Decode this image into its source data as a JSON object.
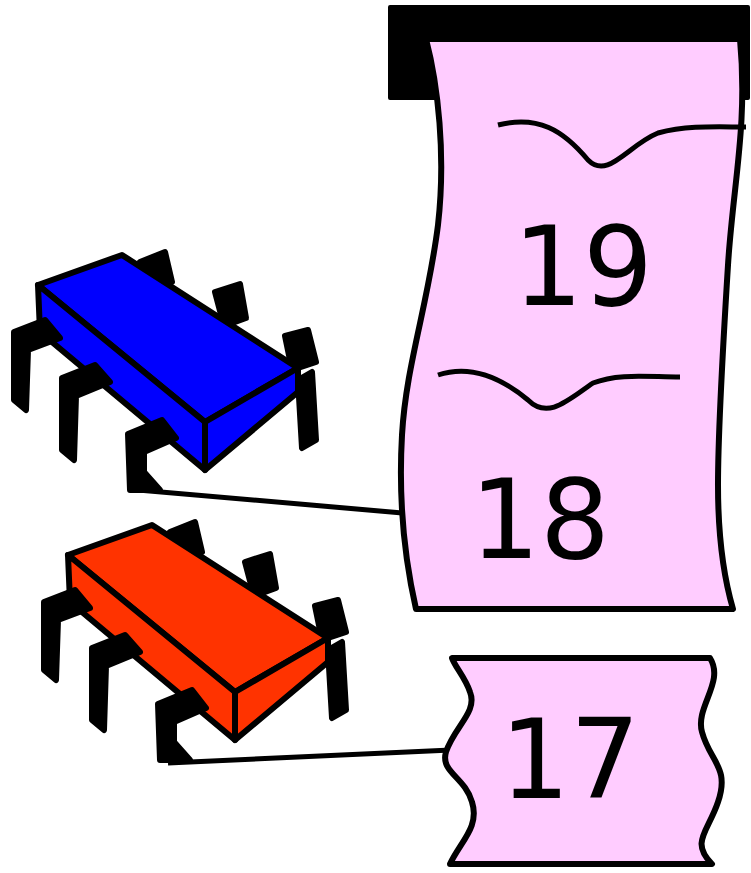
{
  "diagram": {
    "nodes": [
      {
        "text": [
          "19",
          "18"
        ]
      },
      {
        "text": [
          "17"
        ]
      }
    ]
  }
}
